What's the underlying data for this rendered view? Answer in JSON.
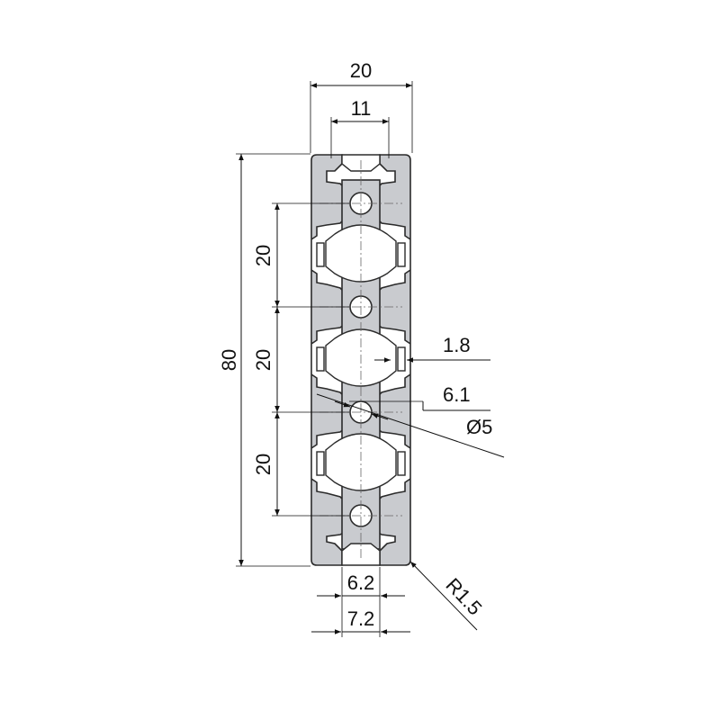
{
  "drawing": {
    "colors": {
      "profile_fill": "#c9cbcf",
      "outline": "#2b2b2b",
      "dimension": "#111111"
    },
    "dimensions": {
      "overall_width": "20",
      "slot_width_top": "11",
      "overall_height": "80",
      "pitch_1": "20",
      "pitch_2": "20",
      "pitch_3": "20",
      "wall_thickness": "1.8",
      "depth": "6.1",
      "hole_diameter": "Ø5",
      "slot_opening_inner": "6.2",
      "slot_opening_outer": "7.2",
      "corner_radius": "R1.5"
    }
  }
}
